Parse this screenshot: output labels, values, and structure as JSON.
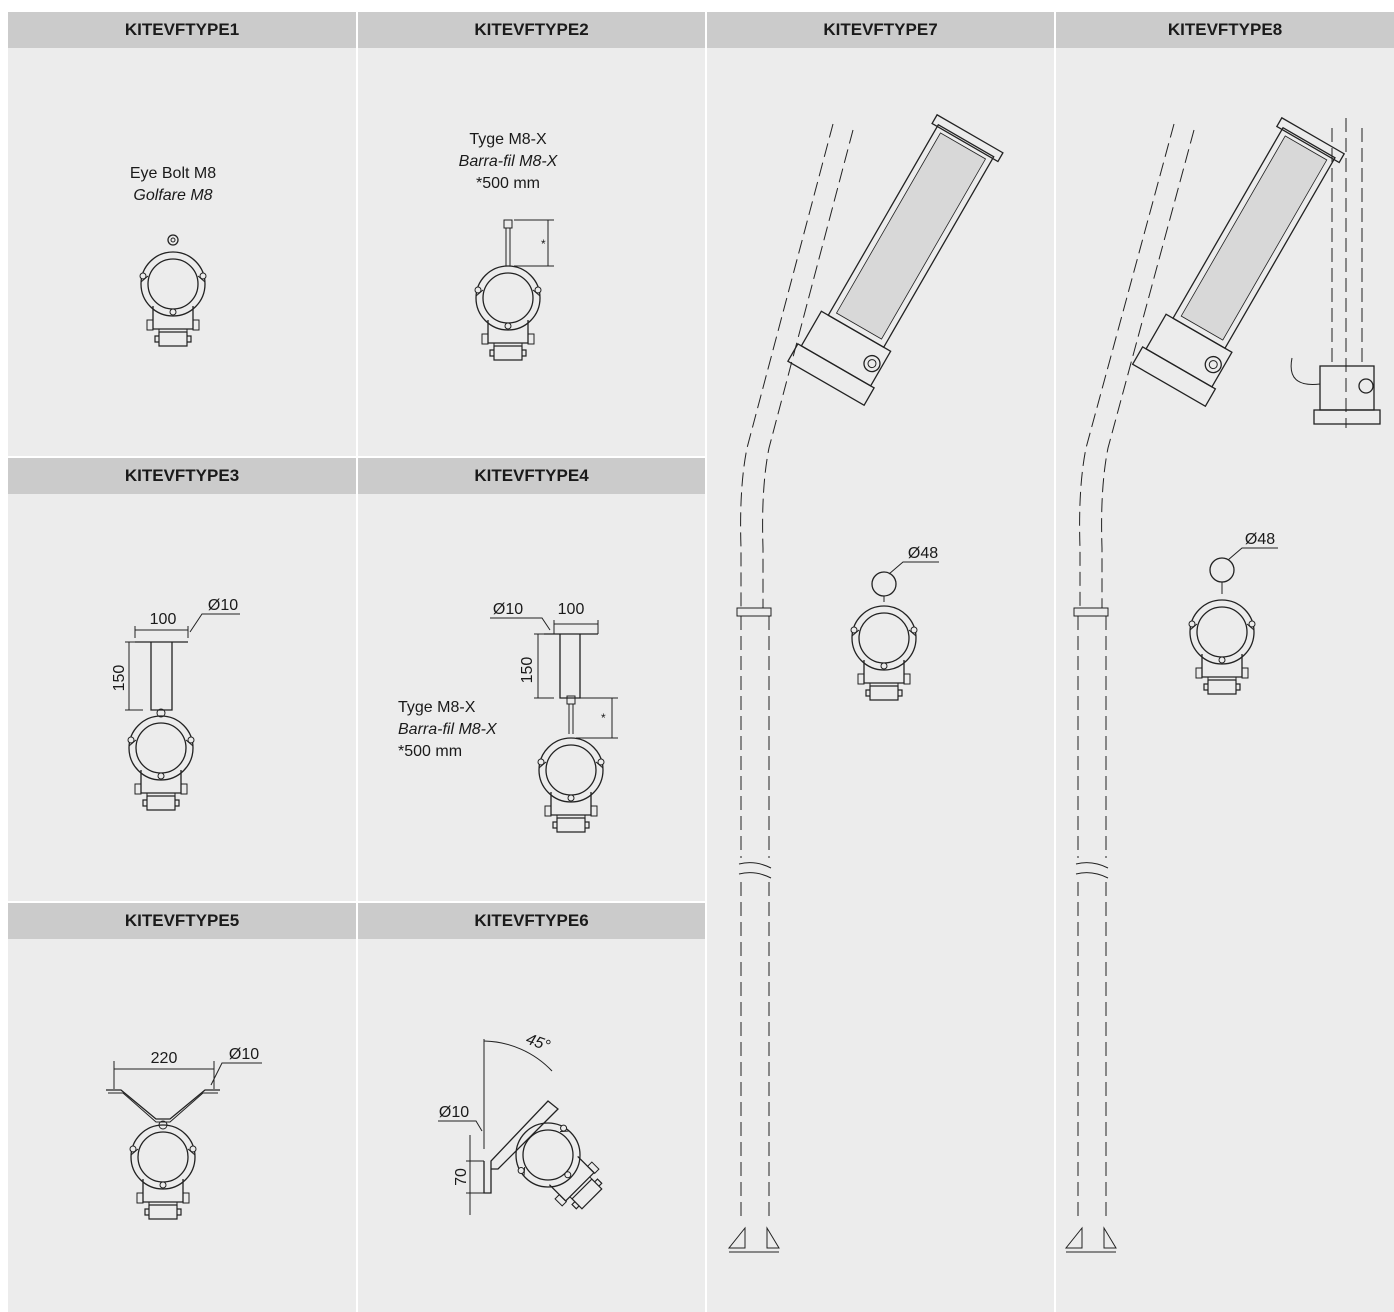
{
  "colors": {
    "header_bg": "#cbcbcb",
    "panel_bg": "#ececec",
    "line": "#222222"
  },
  "panels": [
    {
      "title": "KITEVFTYPE1",
      "label1": "Eye Bolt M8",
      "label2": "Golfare M8"
    },
    {
      "title": "KITEVFTYPE2",
      "label1": "Tyge M8-X",
      "label2": "Barra-fil M8-X",
      "label3": "*500 mm",
      "dim_star": "*"
    },
    {
      "title": "KITEVFTYPE3",
      "dim_width": "100",
      "dim_height": "150",
      "dim_dia": "Ø10"
    },
    {
      "title": "KITEVFTYPE4",
      "dim_width": "100",
      "dim_height": "150",
      "dim_dia": "Ø10",
      "label1": "Tyge M8-X",
      "label2": "Barra-fil M8-X",
      "label3": "*500 mm",
      "dim_star": "*"
    },
    {
      "title": "KITEVFTYPE5",
      "dim_width": "220",
      "dim_dia": "Ø10"
    },
    {
      "title": "KITEVFTYPE6",
      "dim_angle": "45°",
      "dim_dia": "Ø10",
      "dim_height": "70"
    },
    {
      "title": "KITEVFTYPE7",
      "dim_dia": "Ø48"
    },
    {
      "title": "KITEVFTYPE8",
      "dim_dia": "Ø48"
    }
  ]
}
